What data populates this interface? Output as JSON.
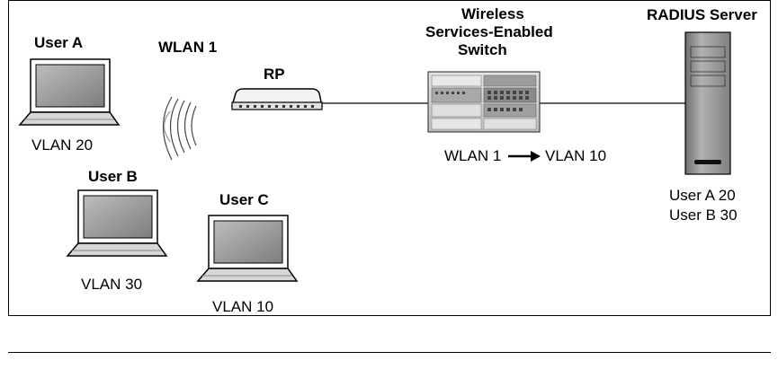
{
  "labels": {
    "user_a": "User A",
    "user_b": "User B",
    "user_c": "User C",
    "wlan": "WLAN 1",
    "rp": "RP",
    "switch_line1": "Wireless",
    "switch_line2": "Services-Enabled",
    "switch_line3": "Switch",
    "radius": "RADIUS Server",
    "vlan_a": "VLAN 20",
    "vlan_b": "VLAN 30",
    "vlan_c": "VLAN 10",
    "mapping_from": "WLAN 1",
    "mapping_to": "VLAN 10",
    "radius_entry_1": "User A  20",
    "radius_entry_2": "User B  30"
  },
  "colors": {
    "border": "#000000",
    "laptop_screen": "#9a9a9a",
    "laptop_body": "#d6d6d6",
    "server_body": "#8f8f8f",
    "switch_body": "#cfcfcf"
  }
}
